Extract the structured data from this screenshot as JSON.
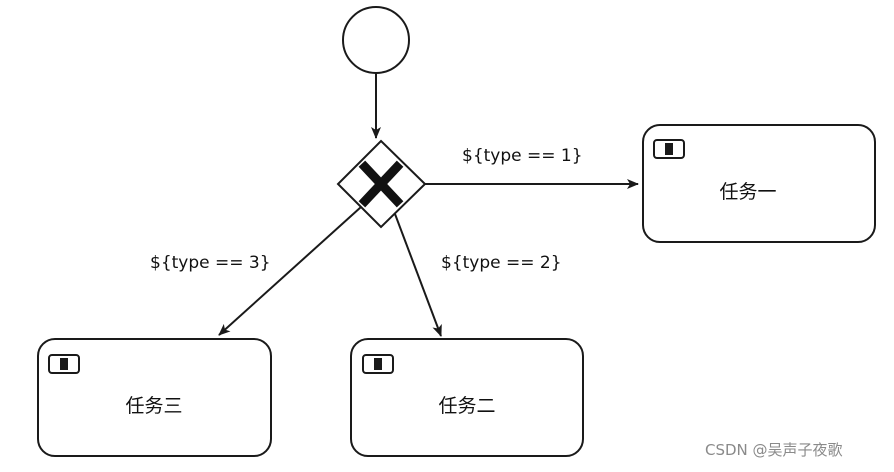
{
  "diagram": {
    "start_event": {
      "type": "start-event"
    },
    "gateway": {
      "type": "exclusive-gateway",
      "icon": "x-mark-icon"
    },
    "tasks": [
      {
        "id": "task1",
        "label": "任务一",
        "icon": "user-task-icon"
      },
      {
        "id": "task2",
        "label": "任务二",
        "icon": "user-task-icon"
      },
      {
        "id": "task3",
        "label": "任务三",
        "icon": "user-task-icon"
      }
    ],
    "flows": [
      {
        "from": "start",
        "to": "gateway",
        "condition": ""
      },
      {
        "from": "gateway",
        "to": "task1",
        "condition": "${type == 1}"
      },
      {
        "from": "gateway",
        "to": "task2",
        "condition": "${type == 2}"
      },
      {
        "from": "gateway",
        "to": "task3",
        "condition": "${type == 3}"
      }
    ]
  },
  "watermark": "CSDN @吴声子夜歌",
  "colors": {
    "stroke": "#1a1a1a",
    "task_fill": "#ffffff",
    "gateway_mark": "#111111"
  }
}
